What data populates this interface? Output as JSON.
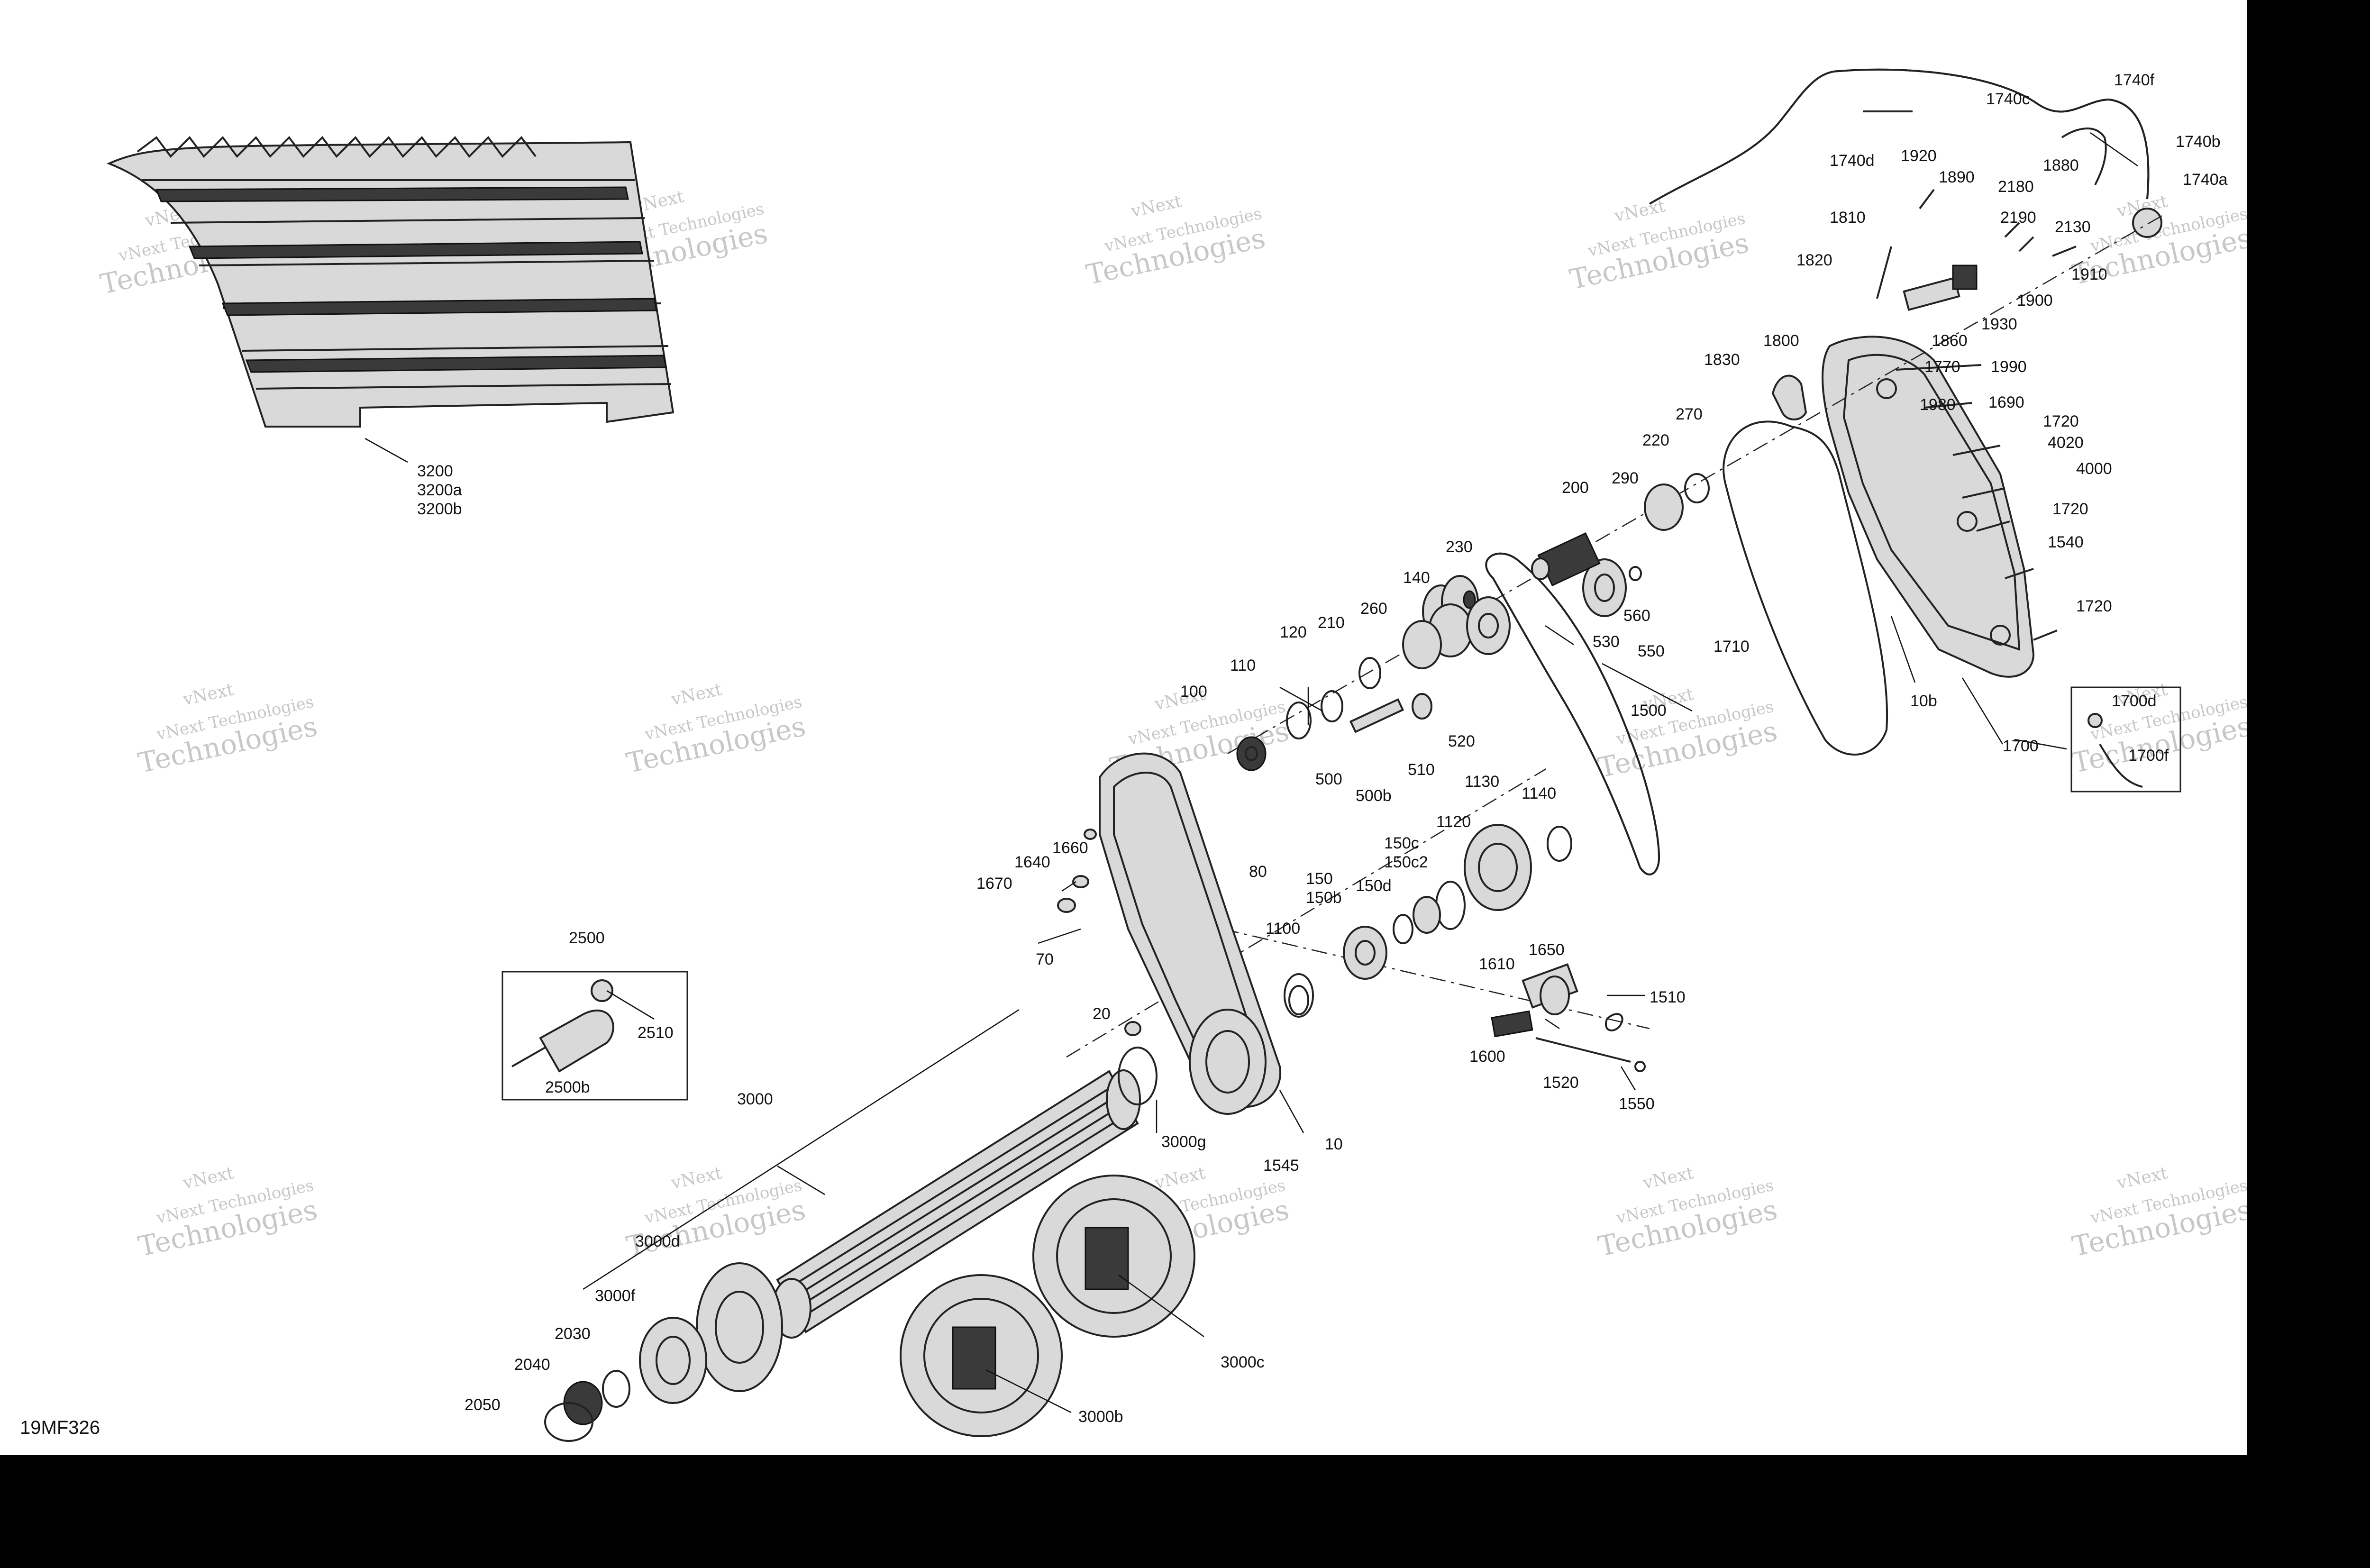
{
  "sheet_id": "19MF326",
  "watermark": {
    "line1": "vNext Technologies",
    "line2": "vNext",
    "line3": "Technologies"
  },
  "callouts": [
    {
      "id": "c3200",
      "text": "3200"
    },
    {
      "id": "c3200a",
      "text": "3200a"
    },
    {
      "id": "c3200b",
      "text": "3200b"
    },
    {
      "id": "c1740f",
      "text": "1740f"
    },
    {
      "id": "c1740c",
      "text": "1740c"
    },
    {
      "id": "c1740d",
      "text": "1740d"
    },
    {
      "id": "c1740b",
      "text": "1740b"
    },
    {
      "id": "c1740a",
      "text": "1740a"
    },
    {
      "id": "c1920",
      "text": "1920"
    },
    {
      "id": "c1890",
      "text": "1890"
    },
    {
      "id": "c1880",
      "text": "1880"
    },
    {
      "id": "c2180",
      "text": "2180"
    },
    {
      "id": "c2130",
      "text": "2130"
    },
    {
      "id": "c2190",
      "text": "2190"
    },
    {
      "id": "c1810",
      "text": "1810"
    },
    {
      "id": "c1820",
      "text": "1820"
    },
    {
      "id": "c1910",
      "text": "1910"
    },
    {
      "id": "c1900",
      "text": "1900"
    },
    {
      "id": "c1930",
      "text": "1930"
    },
    {
      "id": "c1860",
      "text": "1860"
    },
    {
      "id": "c1800",
      "text": "1800"
    },
    {
      "id": "c1830",
      "text": "1830"
    },
    {
      "id": "c1770",
      "text": "1770"
    },
    {
      "id": "c1990",
      "text": "1990"
    },
    {
      "id": "c1980",
      "text": "1980"
    },
    {
      "id": "c1690",
      "text": "1690"
    },
    {
      "id": "c1720a",
      "text": "1720"
    },
    {
      "id": "c4020",
      "text": "4020"
    },
    {
      "id": "c4000",
      "text": "4000"
    },
    {
      "id": "c1720b",
      "text": "1720"
    },
    {
      "id": "c1540",
      "text": "1540"
    },
    {
      "id": "c1720c",
      "text": "1720"
    },
    {
      "id": "c270",
      "text": "270"
    },
    {
      "id": "c220",
      "text": "220"
    },
    {
      "id": "c290",
      "text": "290"
    },
    {
      "id": "c200",
      "text": "200"
    },
    {
      "id": "c560",
      "text": "560"
    },
    {
      "id": "c530",
      "text": "530"
    },
    {
      "id": "c550",
      "text": "550"
    },
    {
      "id": "c1710",
      "text": "1710"
    },
    {
      "id": "c10b",
      "text": "10b"
    },
    {
      "id": "c1700",
      "text": "1700"
    },
    {
      "id": "c1700d",
      "text": "1700d"
    },
    {
      "id": "c1700f",
      "text": "1700f"
    },
    {
      "id": "c230",
      "text": "230"
    },
    {
      "id": "c140",
      "text": "140"
    },
    {
      "id": "c260",
      "text": "260"
    },
    {
      "id": "c210",
      "text": "210"
    },
    {
      "id": "c120",
      "text": "120"
    },
    {
      "id": "c110",
      "text": "110"
    },
    {
      "id": "c100",
      "text": "100"
    },
    {
      "id": "c520",
      "text": "520"
    },
    {
      "id": "c510",
      "text": "510"
    },
    {
      "id": "c500",
      "text": "500"
    },
    {
      "id": "c500b",
      "text": "500b"
    },
    {
      "id": "c1500",
      "text": "1500"
    },
    {
      "id": "c1130",
      "text": "1130"
    },
    {
      "id": "c1140",
      "text": "1140"
    },
    {
      "id": "c1120",
      "text": "1120"
    },
    {
      "id": "c150c",
      "text": "150c"
    },
    {
      "id": "c150c2",
      "text": "150c2"
    },
    {
      "id": "c150",
      "text": "150"
    },
    {
      "id": "c150b",
      "text": "150b"
    },
    {
      "id": "c150d",
      "text": "150d"
    },
    {
      "id": "c1640",
      "text": "1640"
    },
    {
      "id": "c1660",
      "text": "1660"
    },
    {
      "id": "c1670",
      "text": "1670"
    },
    {
      "id": "c80",
      "text": "80"
    },
    {
      "id": "c1100",
      "text": "1100"
    },
    {
      "id": "c70",
      "text": "70"
    },
    {
      "id": "c1650",
      "text": "1650"
    },
    {
      "id": "c1610",
      "text": "1610"
    },
    {
      "id": "c1510",
      "text": "1510"
    },
    {
      "id": "c1600",
      "text": "1600"
    },
    {
      "id": "c1520",
      "text": "1520"
    },
    {
      "id": "c1550",
      "text": "1550"
    },
    {
      "id": "c2500",
      "text": "2500"
    },
    {
      "id": "c2510",
      "text": "2510"
    },
    {
      "id": "c2500b",
      "text": "2500b"
    },
    {
      "id": "c20",
      "text": "20"
    },
    {
      "id": "c3000",
      "text": "3000"
    },
    {
      "id": "c3000g",
      "text": "3000g"
    },
    {
      "id": "c1545",
      "text": "1545"
    },
    {
      "id": "c10",
      "text": "10"
    },
    {
      "id": "c3000d",
      "text": "3000d"
    },
    {
      "id": "c3000f",
      "text": "3000f"
    },
    {
      "id": "c2030",
      "text": "2030"
    },
    {
      "id": "c2040",
      "text": "2040"
    },
    {
      "id": "c2050",
      "text": "2050"
    },
    {
      "id": "c3000c",
      "text": "3000c"
    },
    {
      "id": "c3000b",
      "text": "3000b"
    }
  ]
}
